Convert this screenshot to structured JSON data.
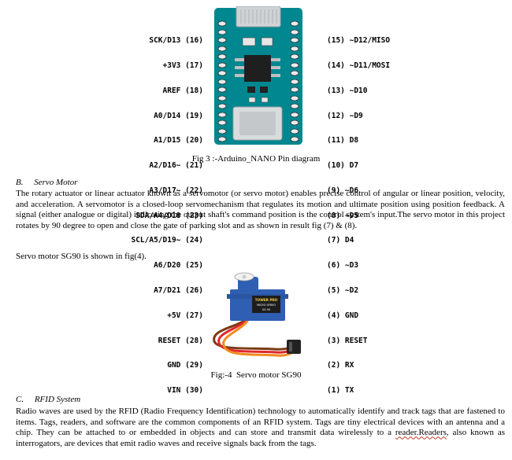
{
  "figure3": {
    "left_pins": [
      "SCK/D13 (16)",
      "+3V3 (17)",
      "AREF (18)",
      "A0/D14 (19)",
      "A1/D15 (20)",
      "A2/D16~ (21)",
      "A3/D17~ (22)",
      "SDA/A4/D18 (23)",
      "SCL/A5/D19~ (24)",
      "A6/D20 (25)",
      "A7/D21 (26)",
      "+5V (27)",
      "RESET (28)",
      "GND (29)",
      "VIN (30)"
    ],
    "right_pins": [
      "(15) ~D12/MISO",
      "(14) ~D11/MOSI",
      "(13) ~D10",
      "(12) ~D9",
      "(11) D8",
      "(10) D7",
      "(9) ~D6",
      "(8) ~D5",
      "(7) D4",
      "(6) ~D3",
      "(5) ~D2",
      "(4) GND",
      "(3) RESET",
      "(2) RX",
      "(1) TX"
    ],
    "caption": "Fig 3 :-Arduino_NANO Pin diagram",
    "board_color": "#00878f"
  },
  "servo_section": {
    "heading": "B.     Servo Motor",
    "paragraph1": "The rotary actuator or linear actuator known as a servomotor (or servo motor) enables precise control of angular or linear position, velocity, and acceleration. A servomotor is a closed-loop servomechanism that regulates its motion and ultimate position using position feedback. A signal (either analogue or digital) indicating the output shaft's command position is the control system's input.The servo motor in this project rotates by 90 degree to open and close the gate of parking slot and as shown in result fig (7) & (8).",
    "paragraph2": "Servo motor SG90 is shown in fig(4).",
    "servo_label_brand": "TOWER PRO",
    "servo_label_model": "MICRO SERVO",
    "servo_label_code": "SG 90",
    "servo_body_color": "#2f5fb3",
    "caption": "Fig:-4  Servo motor SG90"
  },
  "rfid_section": {
    "heading": "C.     RFID System",
    "paragraph_main": "Radio waves are used by the RFID (Radio Frequency Identification) technology to automatically identify and track tags that are fastened to items. Tags, readers, and software are the common components of an RFID system. Tags are tiny electrical devices with an antenna and a chip. They can be attached to or embedded in objects and can store and transmit data wirelessly to a ",
    "paragraph_flagged": "reader.Readers",
    "paragraph_tail": ", also known as interrogators, are devices that emit radio waves and receive signals back from the tags."
  }
}
